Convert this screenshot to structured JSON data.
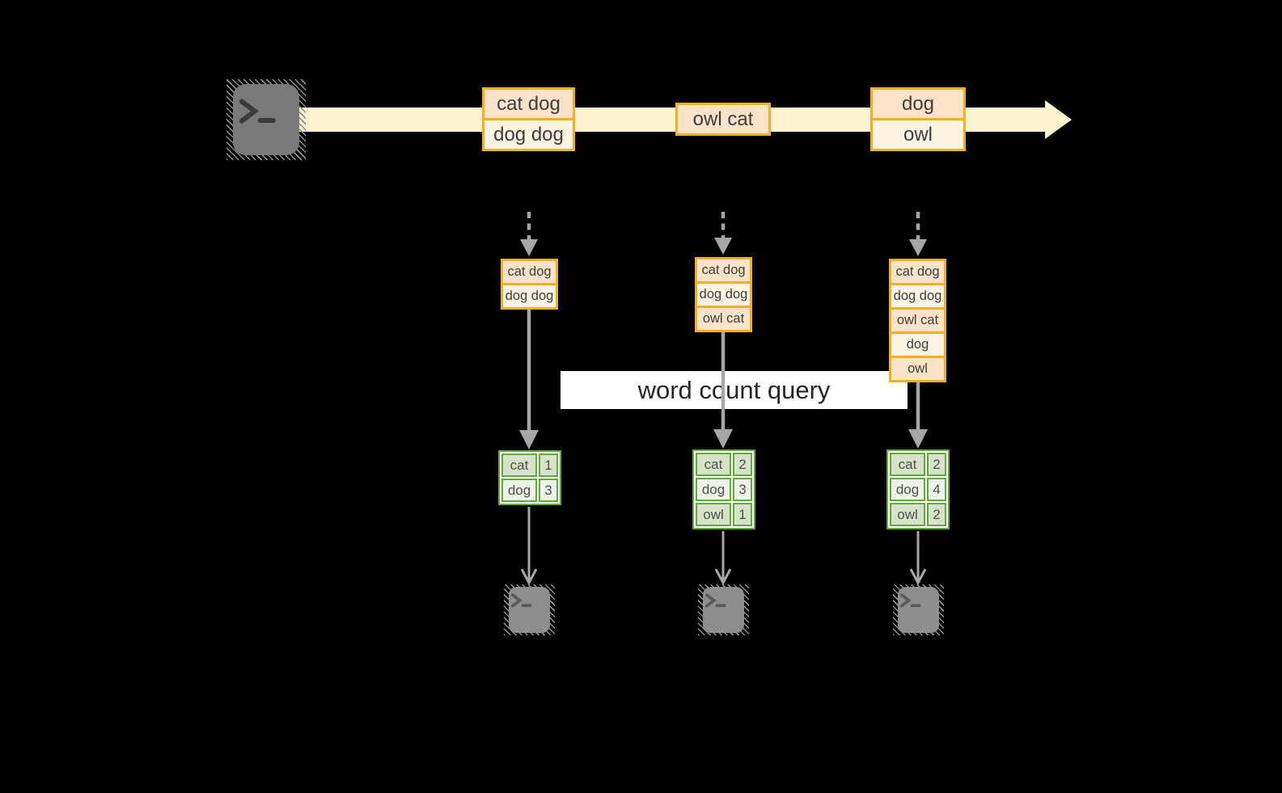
{
  "query": {
    "label": "word count query"
  },
  "stream": {
    "batches": [
      {
        "lines": [
          "cat dog",
          "dog dog"
        ]
      },
      {
        "lines": [
          "owl cat"
        ]
      },
      {
        "lines": [
          "dog",
          "owl"
        ]
      }
    ]
  },
  "microbatches": [
    {
      "lines": [
        "cat dog",
        "dog dog"
      ]
    },
    {
      "lines": [
        "cat dog",
        "dog dog",
        "owl cat"
      ]
    },
    {
      "lines": [
        "cat dog",
        "dog dog",
        "owl cat",
        "dog",
        "owl"
      ]
    }
  ],
  "counts": [
    {
      "rows": [
        {
          "word": "cat",
          "count": "1"
        },
        {
          "word": "dog",
          "count": "3"
        }
      ]
    },
    {
      "rows": [
        {
          "word": "cat",
          "count": "2"
        },
        {
          "word": "dog",
          "count": "3"
        },
        {
          "word": "owl",
          "count": "1"
        }
      ]
    },
    {
      "rows": [
        {
          "word": "cat",
          "count": "2"
        },
        {
          "word": "dog",
          "count": "4"
        },
        {
          "word": "owl",
          "count": "2"
        }
      ]
    }
  ],
  "icons": {
    "source": "terminal-icon",
    "sinks": [
      "terminal-icon",
      "terminal-icon",
      "terminal-icon"
    ]
  },
  "colors": {
    "background": "#000000",
    "stream_arrow": "#fcf2cf",
    "box_border_orange": "#f2b01e",
    "box_fill_peach": "#fbe3c9",
    "box_fill_cream": "#fdf3e2",
    "table_border_green": "#62a83f",
    "table_row_green_dark": "#d7e3c8",
    "table_row_green_light": "#edf3e6",
    "connector_gray": "#a6a6a6",
    "terminal_gray": "#7a7a7a",
    "banner_background": "#ffffff"
  }
}
